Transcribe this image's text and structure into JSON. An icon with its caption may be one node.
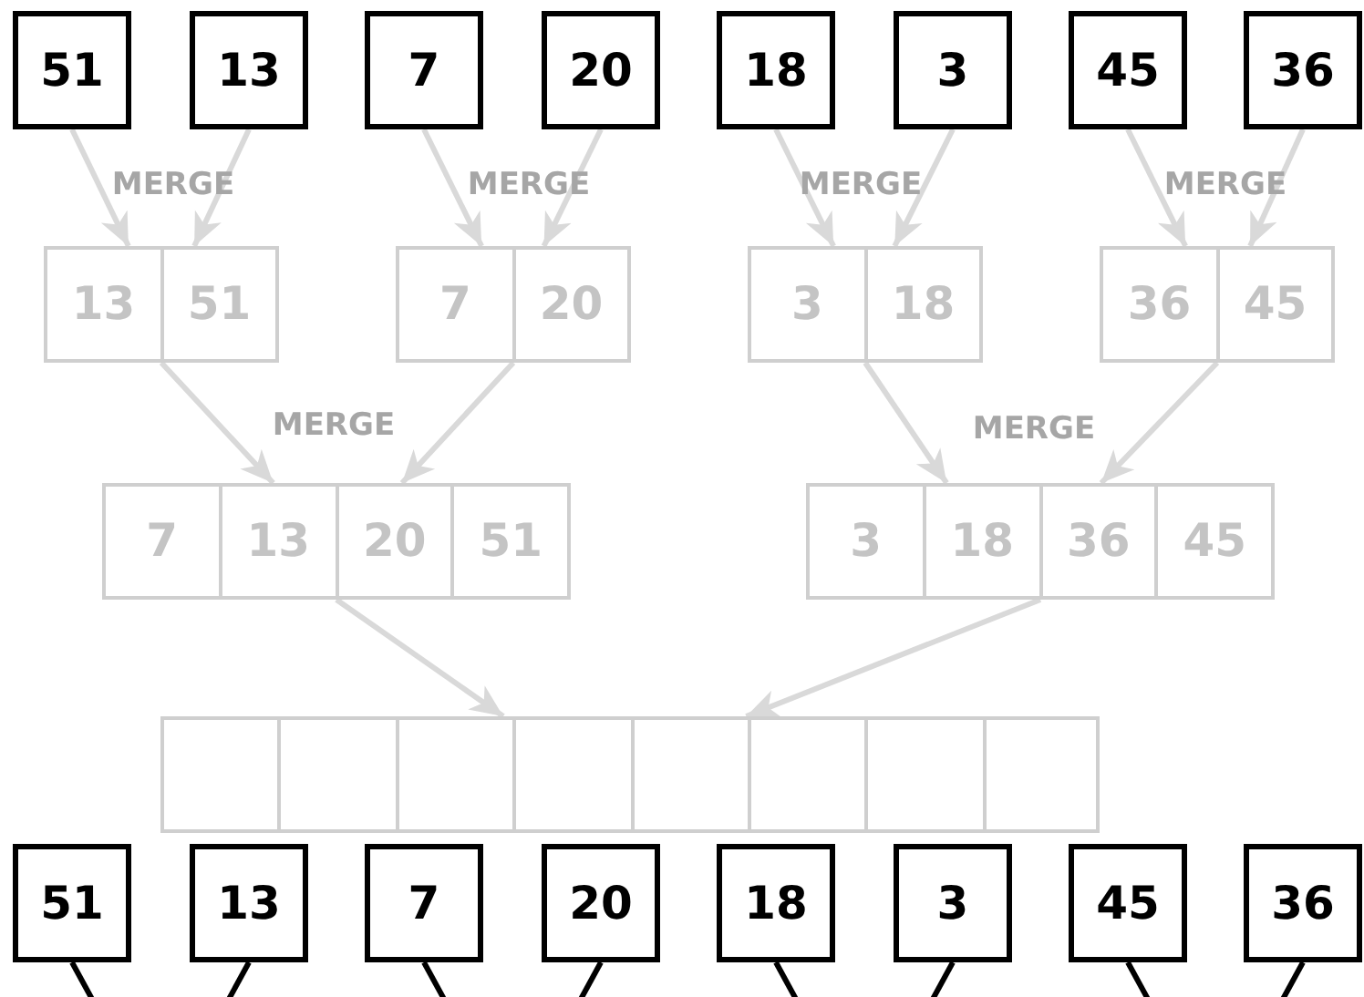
{
  "diagram": {
    "nodes": [
      {
        "text": [
          "51"
        ]
      },
      {
        "text": [
          "13"
        ]
      },
      {
        "text": [
          "7"
        ]
      },
      {
        "text": [
          "20"
        ]
      },
      {
        "text": [
          "18"
        ]
      },
      {
        "text": [
          "3"
        ]
      },
      {
        "text": [
          "45"
        ]
      },
      {
        "text": [
          "36"
        ]
      },
      {
        "text": [],
        "shape": "box"
      },
      {
        "text": [
          "13"
        ],
        "in": 8
      },
      {
        "text": [
          "51"
        ],
        "in": 8
      },
      {
        "text": [],
        "shape": "box"
      },
      {
        "text": [
          "7"
        ],
        "in": 11
      },
      {
        "text": [
          "20"
        ],
        "in": 11
      },
      {
        "text": [],
        "shape": "box"
      },
      {
        "text": [
          "3"
        ],
        "in": 14
      },
      {
        "text": [
          "18"
        ],
        "in": 14
      },
      {
        "text": [],
        "shape": "box"
      },
      {
        "text": [
          "36"
        ],
        "in": 17
      },
      {
        "text": [
          "45"
        ],
        "in": 17
      },
      {
        "text": [],
        "shape": "box"
      },
      {
        "text": [
          "7"
        ],
        "in": 20
      },
      {
        "text": [
          "13"
        ],
        "in": 20
      },
      {
        "text": [
          "20"
        ],
        "in": 20
      },
      {
        "text": [
          "51"
        ],
        "in": 20
      },
      {
        "text": [],
        "shape": "box"
      },
      {
        "text": [
          "3"
        ],
        "in": 25
      },
      {
        "text": [
          "18"
        ],
        "in": 25
      },
      {
        "text": [
          "36"
        ],
        "in": 25
      },
      {
        "text": [
          "45"
        ],
        "in": 25
      },
      {
        "text": [],
        "shape": "box"
      },
      {
        "text": [],
        "shape": "box"
      },
      {
        "text": [],
        "shape": "box"
      },
      {
        "text": [],
        "shape": "box"
      },
      {
        "text": [],
        "shape": "box"
      },
      {
        "text": [],
        "shape": "box"
      },
      {
        "text": [],
        "shape": "box"
      },
      {
        "text": [],
        "shape": "box"
      },
      {
        "text": [
          "51"
        ]
      },
      {
        "text": [
          "13"
        ]
      },
      {
        "text": [
          "7"
        ]
      },
      {
        "text": [
          "20"
        ]
      },
      {
        "text": [
          "18"
        ]
      },
      {
        "text": [
          "3"
        ]
      },
      {
        "text": [
          "45"
        ]
      },
      {
        "text": [
          "36"
        ]
      }
    ],
    "edges": [
      {
        "from": 0,
        "to": 9,
        "arrow": "to"
      },
      {
        "from": 1,
        "to": 10,
        "arrow": "to"
      },
      {
        "from": 2,
        "to": 12,
        "arrow": "to"
      },
      {
        "from": 3,
        "to": 13,
        "arrow": "to"
      },
      {
        "from": 4,
        "to": 15,
        "arrow": "to"
      },
      {
        "from": 5,
        "to": 16,
        "arrow": "to"
      },
      {
        "from": 6,
        "to": 18,
        "arrow": "to"
      },
      {
        "from": 7,
        "to": 19,
        "arrow": "to"
      },
      {
        "from": 8,
        "to": 20,
        "arrow": "to"
      },
      {
        "from": 11,
        "to": 20,
        "arrow": "to"
      },
      {
        "from": 14,
        "to": 25,
        "arrow": "to"
      },
      {
        "from": 17,
        "to": 25,
        "arrow": "to"
      },
      {
        "from": 20,
        "to": 32,
        "arrow": "to"
      },
      {
        "from": 25,
        "to": 34,
        "arrow": "to"
      },
      {
        "from": 38,
        "to": null,
        "arrow": "none",
        "color": "#000000"
      },
      {
        "from": 39,
        "to": null,
        "arrow": "none",
        "color": "#000000"
      },
      {
        "from": 40,
        "to": null,
        "arrow": "none",
        "color": "#000000"
      },
      {
        "from": 41,
        "to": null,
        "arrow": "none",
        "color": "#000000"
      },
      {
        "from": 42,
        "to": null,
        "arrow": "none",
        "color": "#000000"
      },
      {
        "from": 43,
        "to": null,
        "arrow": "none",
        "color": "#000000"
      },
      {
        "from": 44,
        "to": null,
        "arrow": "none",
        "color": "#000000"
      },
      {
        "from": 45,
        "to": null,
        "arrow": "none",
        "color": "#000000"
      }
    ],
    "labels": [
      "MERGE",
      "MERGE",
      "MERGE",
      "MERGE",
      "MERGE",
      "MERGE"
    ]
  }
}
